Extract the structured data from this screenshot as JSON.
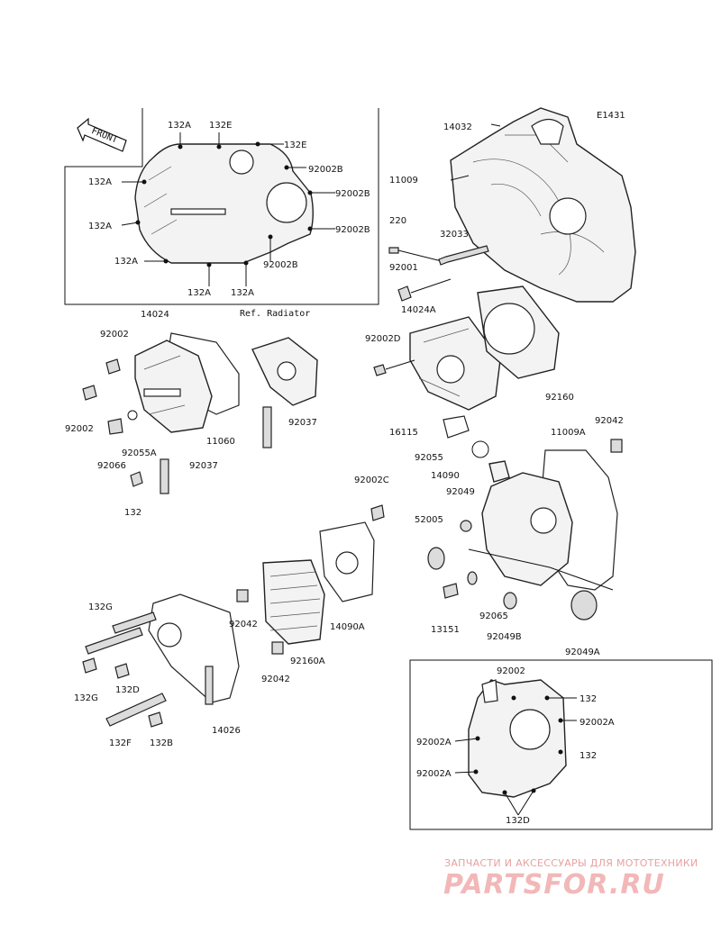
{
  "diagram_code": "E1431",
  "front_label": "FRONT",
  "ref_label": "Ref. Radiator",
  "callouts": [
    "132A",
    "132E",
    "132E",
    "92002B",
    "92002B",
    "92002B",
    "132A",
    "132A",
    "132A",
    "92002B",
    "132A",
    "132A",
    "14032",
    "11009",
    "220",
    "32033",
    "92001",
    "14024A",
    "92002D",
    "92160",
    "16115",
    "11009A",
    "92042",
    "92055",
    "14090",
    "92049",
    "52005",
    "13151",
    "92065",
    "92049B",
    "92049A",
    "14024",
    "92002",
    "92002",
    "92066",
    "92055A",
    "11060",
    "92037",
    "92037",
    "132",
    "92002C",
    "132G",
    "132G",
    "132D",
    "92042",
    "92160A",
    "14090A",
    "92042",
    "132F",
    "132B",
    "14026",
    "92002",
    "132",
    "92002A",
    "92002A",
    "132",
    "92002A",
    "132D"
  ],
  "watermark": {
    "tagline": "ЗАПЧАСТИ И АКСЕССУАРЫ ДЛЯ МОТОТЕХНИКИ",
    "logo": "PARTSFOR.RU"
  }
}
